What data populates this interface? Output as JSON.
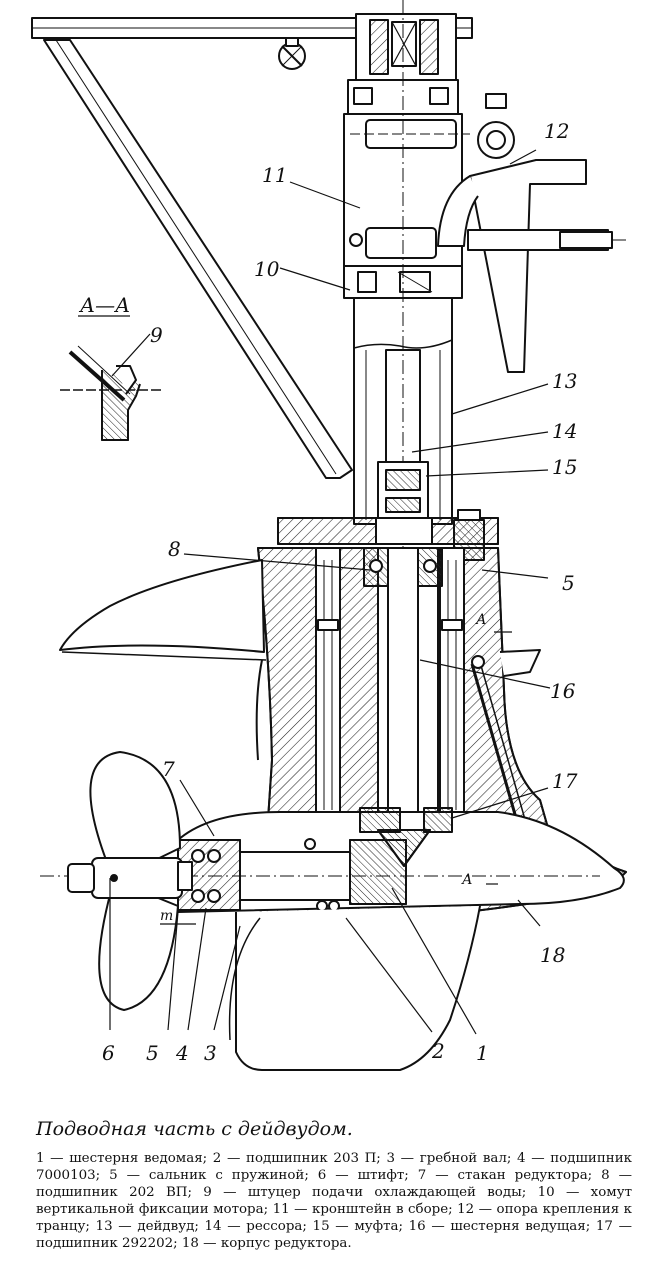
{
  "section_label": "А—А",
  "section_arrow_label": "А",
  "dim_label": "т",
  "callouts": [
    "1",
    "2",
    "3",
    "4",
    "5",
    "6",
    "7",
    "8",
    "9",
    "10",
    "11",
    "12",
    "13",
    "14",
    "15",
    "16",
    "17",
    "18"
  ],
  "caption": {
    "title": "Подводная часть с дейдвудом.",
    "text": "1 — шестерня ведомая; 2 — подшипник 203 П; 3 — гребной вал; 4 — подшипник 7000103; 5 — сальник с пружиной; 6 — штифт; 7 — стакан редуктора; 8 — подшипник 202 ВП; 9 — штуцер подачи охлаждающей воды; 10 — хомут вертикальной фиксации мотора; 11 — кронштейн в сборе; 12 — опора крепления к транцу; 13 — дейдвуд; 14 — рессора; 15 — муфта; 16 — шестерня ведущая; 17 — подшипник 292202; 18 — корпус редуктора."
  }
}
